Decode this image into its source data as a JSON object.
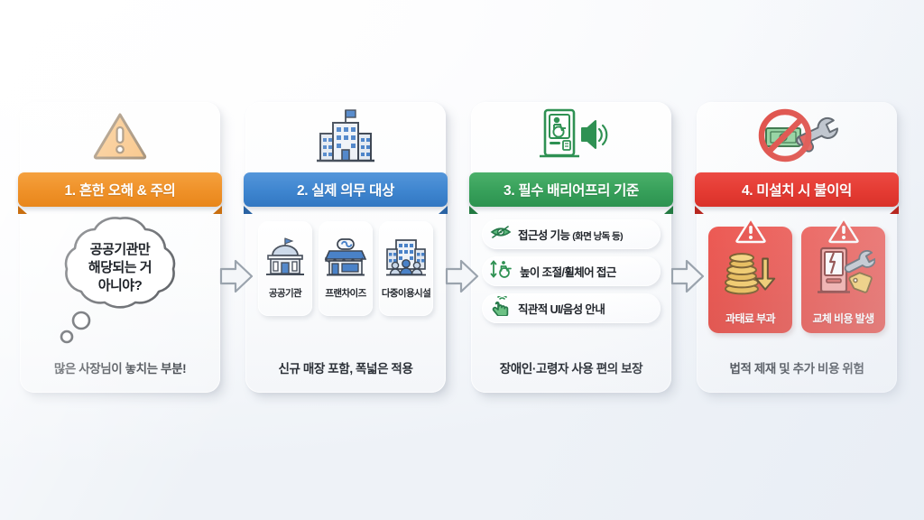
{
  "meta": {
    "title": "배리어프리 키오스크 의무 안내 인포그래픽",
    "background_start": "#ffffff",
    "background_end": "#e9eef5"
  },
  "colors": {
    "orange": "#ef9128",
    "blue": "#3e85cf",
    "green": "#37a05a",
    "red": "#e43b33",
    "text_dark": "#20242a"
  },
  "panels": [
    {
      "id": "panel-1",
      "number": "1.",
      "header": "1. 흔한 오해 & 주의",
      "header_color": "#ef9128",
      "top_icon": "warning-triangle-icon",
      "bubble_text": "공공기관만\n해당되는 거\n아니야?",
      "footer": "많은 사장님이 놓치는 부분!"
    },
    {
      "id": "panel-2",
      "number": "2.",
      "header": "2. 실제 의무 대상",
      "header_color": "#3e85cf",
      "top_icon": "office-building-icon",
      "tiles": [
        {
          "label": "공공기관",
          "icon": "government-building-icon"
        },
        {
          "label": "프랜차이즈",
          "icon": "storefront-icon"
        },
        {
          "label": "다중이용시설",
          "icon": "crowded-facility-icon"
        }
      ],
      "footer": "신규 매장 포함, 폭넓은 적용"
    },
    {
      "id": "panel-3",
      "number": "3.",
      "header": "3. 필수 배리어프리 기준",
      "header_color": "#37a05a",
      "top_icon": "accessible-kiosk-speaker-icon",
      "items": [
        {
          "text": "접근성 기능",
          "note": "(화면 낭독 등)",
          "icon": "eye-accessibility-icon"
        },
        {
          "text": "높이 조절/휠체어 접근",
          "note": "",
          "icon": "height-wheelchair-icon"
        },
        {
          "text": "직관적 UI/음성 안내",
          "note": "",
          "icon": "tap-hand-icon"
        }
      ],
      "footer": "장애인·고령자 사용 편의 보장"
    },
    {
      "id": "panel-4",
      "number": "4.",
      "header": "4. 미설치 시 불이익",
      "header_color": "#e43b33",
      "top_icon": "no-money-wrench-icon",
      "boxes": [
        {
          "label": "과태료 부과",
          "icon": "coins-down-arrow-icon",
          "badge": "warning-triangle-icon"
        },
        {
          "label": "교체 비용 발생",
          "icon": "broken-kiosk-wrench-pricetag-icon",
          "badge": "warning-triangle-icon"
        }
      ],
      "footer": "법적 제재 및 추가 비용 위험"
    }
  ],
  "arrows": [
    {
      "name": "flow-arrow-1"
    },
    {
      "name": "flow-arrow-2"
    },
    {
      "name": "flow-arrow-3"
    }
  ]
}
